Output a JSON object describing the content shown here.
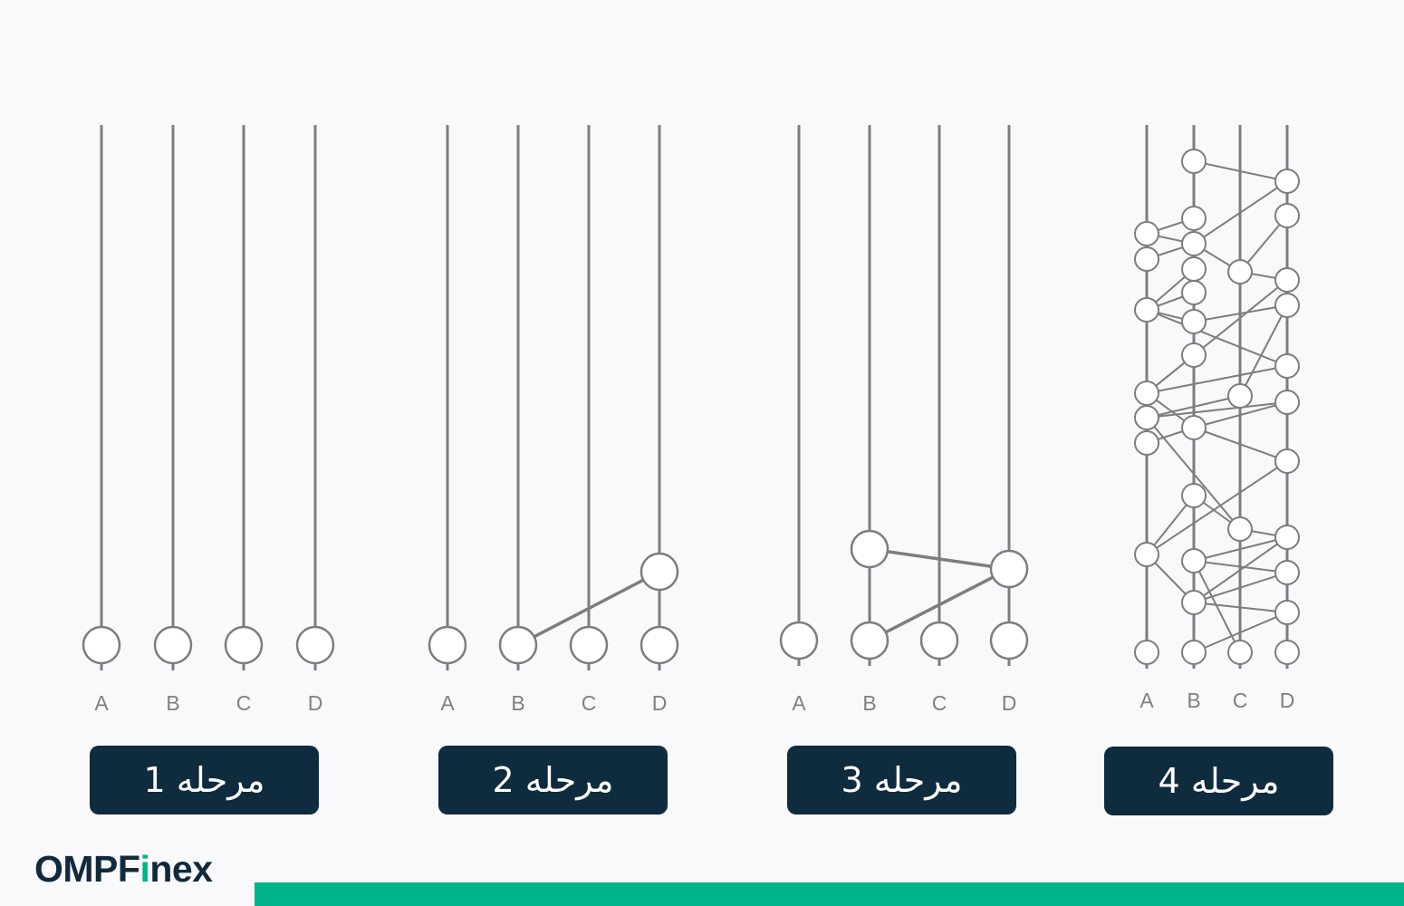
{
  "columns": [
    "A",
    "B",
    "C",
    "D"
  ],
  "stages": [
    {
      "title": "مرحله 1"
    },
    {
      "title": "مرحله 2"
    },
    {
      "title": "مرحله 3"
    },
    {
      "title": "مرحله 4"
    }
  ],
  "logo": {
    "prefix": "OMPF",
    "accent": "i",
    "suffix": "nex"
  },
  "colors": {
    "background": "#f9f8fb",
    "graph_line": "#7d7d7d",
    "label_text": "#808080",
    "stage_label_bg": "#0f2b3e",
    "logo_text": "#10293c",
    "brand_accent": "#00b48a"
  }
}
